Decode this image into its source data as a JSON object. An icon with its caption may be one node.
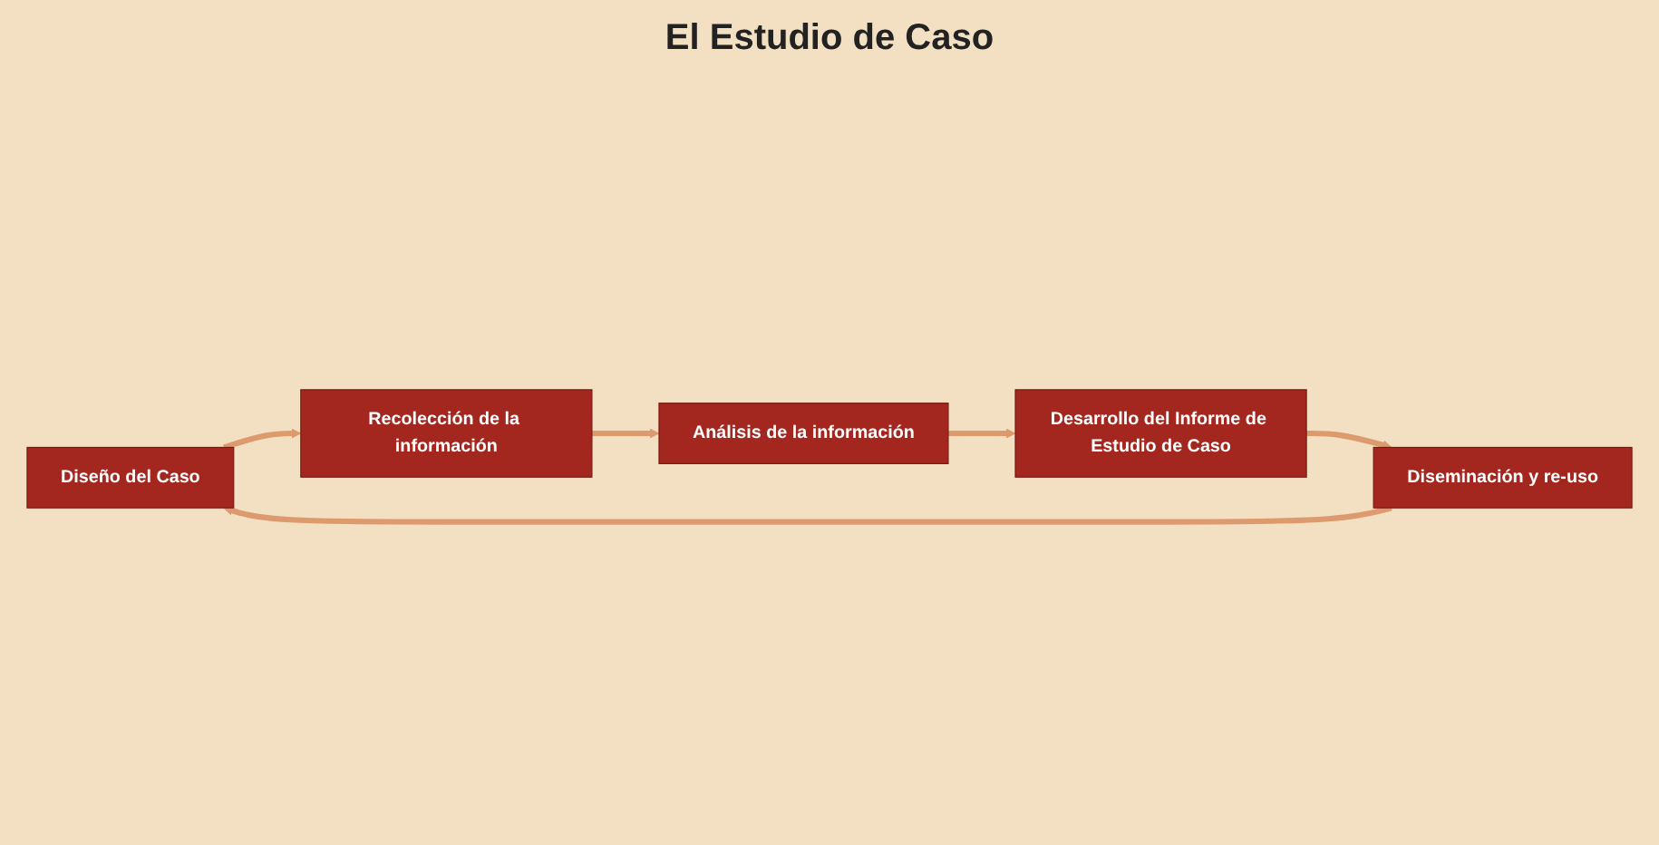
{
  "diagram": {
    "title": "El Estudio de Caso",
    "nodes": [
      {
        "text": [
          "Diseño del Caso"
        ]
      },
      {
        "text": [
          "Recolección de la información"
        ]
      },
      {
        "text": [
          "Análisis de la información"
        ]
      },
      {
        "text": [
          "Desarrollo del Informe de Estudio de Caso"
        ]
      },
      {
        "text": [
          "Diseminación y re-uso"
        ]
      }
    ],
    "edges": [
      {
        "from": 0,
        "to": 1,
        "arrow": "to"
      },
      {
        "from": 1,
        "to": 2,
        "arrow": "to"
      },
      {
        "from": 2,
        "to": 3,
        "arrow": "to"
      },
      {
        "from": 3,
        "to": 4,
        "arrow": "to"
      },
      {
        "from": 4,
        "to": 0,
        "arrow": "to"
      }
    ]
  }
}
